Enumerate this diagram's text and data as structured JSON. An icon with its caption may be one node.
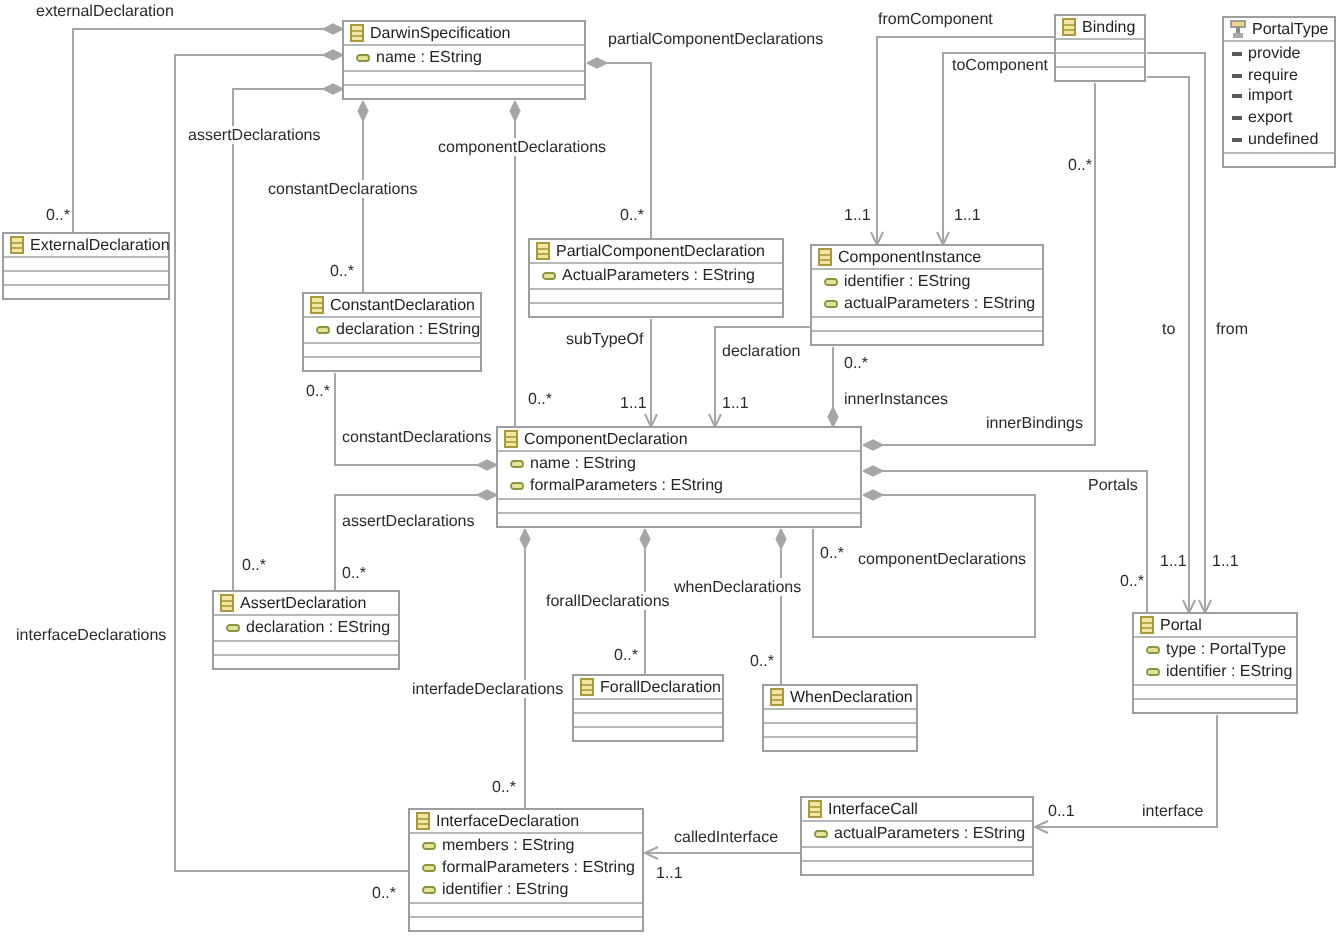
{
  "diagram": {
    "nodes": [
      {
        "text": [
          "DarwinSpecification",
          "name : EString"
        ]
      },
      {
        "text": [
          "Binding"
        ]
      },
      {
        "text": [
          "PortalType",
          "provide",
          "require",
          "import",
          "export",
          "undefined"
        ]
      },
      {
        "text": [
          "ExternalDeclaration"
        ]
      },
      {
        "text": [
          "PartialComponentDeclaration",
          "ActualParameters : EString"
        ]
      },
      {
        "text": [
          "ComponentInstance",
          "identifier : EString",
          "actualParameters : EString"
        ]
      },
      {
        "text": [
          "ConstantDeclaration",
          "declaration : EString"
        ]
      },
      {
        "text": [
          "ComponentDeclaration",
          "name : EString",
          "formalParameters : EString"
        ]
      },
      {
        "text": [
          "AssertDeclaration",
          "declaration : EString"
        ]
      },
      {
        "text": [
          "Portal",
          "type : PortalType",
          "identifier : EString"
        ]
      },
      {
        "text": [
          "ForallDeclaration"
        ]
      },
      {
        "text": [
          "WhenDeclaration"
        ]
      },
      {
        "text": [
          "InterfaceDeclaration",
          "members : EString",
          "formalParameters : EString",
          "identifier : EString"
        ]
      },
      {
        "text": [
          "InterfaceCall",
          "actualParameters : EString"
        ]
      }
    ],
    "edges": [
      {
        "from": 0,
        "to": 3,
        "label": "externalDeclaration",
        "arrow": "other"
      },
      {
        "from": 0,
        "to": 12,
        "label": "interfaceDeclarations",
        "arrow": "other"
      },
      {
        "from": 0,
        "to": 8,
        "label": "assertDeclarations",
        "arrow": "other"
      },
      {
        "from": 0,
        "to": 6,
        "label": "constantDeclarations",
        "arrow": "other"
      },
      {
        "from": 0,
        "to": 7,
        "label": "componentDeclarations",
        "arrow": "other"
      },
      {
        "from": 0,
        "to": 4,
        "label": "partialComponentDeclarations",
        "arrow": "other"
      },
      {
        "from": 4,
        "to": 7,
        "label": "subTypeOf",
        "arrow": "to"
      },
      {
        "from": 5,
        "to": 7,
        "label": "declaration",
        "arrow": "to"
      },
      {
        "from": 7,
        "to": 5,
        "label": "innerInstances",
        "arrow": "other"
      },
      {
        "from": 1,
        "to": 5,
        "label": "fromComponent",
        "arrow": "to"
      },
      {
        "from": 1,
        "to": 5,
        "label": "toComponent",
        "arrow": "to"
      },
      {
        "from": 7,
        "to": 1,
        "label": "innerBindings",
        "arrow": "other"
      },
      {
        "from": 1,
        "to": 9,
        "label": "to",
        "arrow": "to"
      },
      {
        "from": 1,
        "to": 9,
        "label": "from",
        "arrow": "to"
      },
      {
        "from": 7,
        "to": 9,
        "label": "Portals",
        "arrow": "other"
      },
      {
        "from": 7,
        "to": 7,
        "label": "componentDeclarations",
        "arrow": "other"
      },
      {
        "from": 7,
        "to": 6,
        "label": "constantDeclarations",
        "arrow": "other"
      },
      {
        "from": 7,
        "to": 8,
        "label": "assertDeclarations",
        "arrow": "other"
      },
      {
        "from": 7,
        "to": 10,
        "label": "forallDeclarations",
        "arrow": "other"
      },
      {
        "from": 7,
        "to": 11,
        "label": "whenDeclarations",
        "arrow": "other"
      },
      {
        "from": 7,
        "to": 12,
        "label": "interfadeDeclarations",
        "arrow": "other"
      },
      {
        "from": 13,
        "to": 12,
        "label": "calledInterface",
        "arrow": "to"
      },
      {
        "from": 9,
        "to": 13,
        "label": "interface",
        "arrow": "to"
      }
    ],
    "labels": [
      "0..*",
      "0..*",
      "0..*",
      "1..1",
      "1..1",
      "0..*",
      "0..*",
      "0..*",
      "0..*",
      "1..1",
      "1..1",
      "0..*",
      "0..*",
      "0..*",
      "0..*",
      "1..1",
      "1..1",
      "0..*",
      "0..*",
      "0..*",
      "0..1",
      "1..1",
      "0..*"
    ]
  }
}
